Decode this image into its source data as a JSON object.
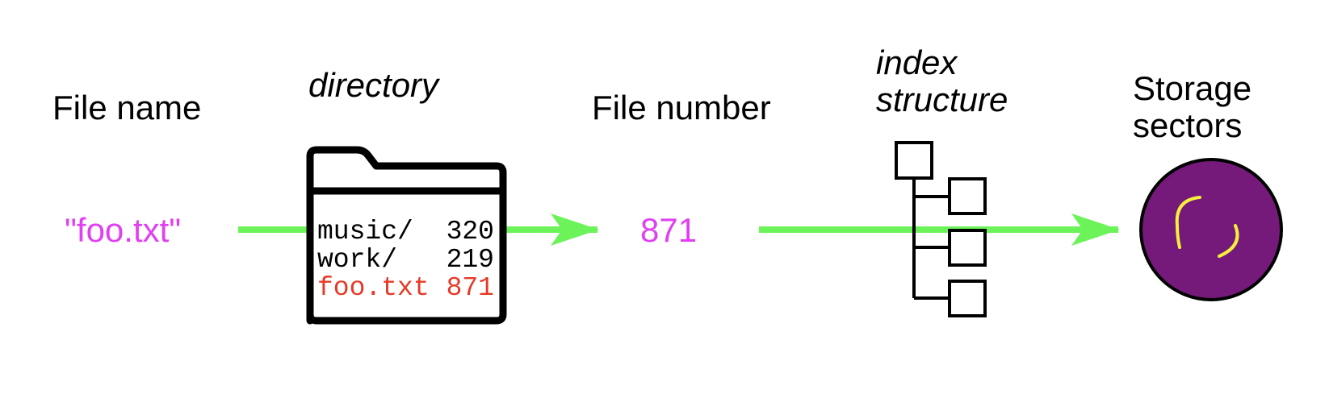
{
  "colors": {
    "arrow": "#6df35a",
    "value": "#e040f2",
    "highlight": "#e53a26",
    "disk_fill": "#75197a",
    "disk_marks": "#f4f03c",
    "stroke": "#000000"
  },
  "labels": {
    "file_name": "File name",
    "directory": "directory",
    "file_number": "File number",
    "index_line1": "index",
    "index_line2": "structure",
    "storage_line1": "Storage",
    "storage_line2": "sectors"
  },
  "values": {
    "file_name": "\"foo.txt\"",
    "file_number": "871"
  },
  "directory_entries": [
    {
      "name": "music/",
      "number": "320",
      "highlight": false
    },
    {
      "name": "work/",
      "number": "219",
      "highlight": false
    },
    {
      "name": "foo.txt",
      "number": "871",
      "highlight": true
    }
  ],
  "icons": {
    "directory": "folder-icon",
    "index": "tree-icon",
    "storage": "disk-icon"
  }
}
